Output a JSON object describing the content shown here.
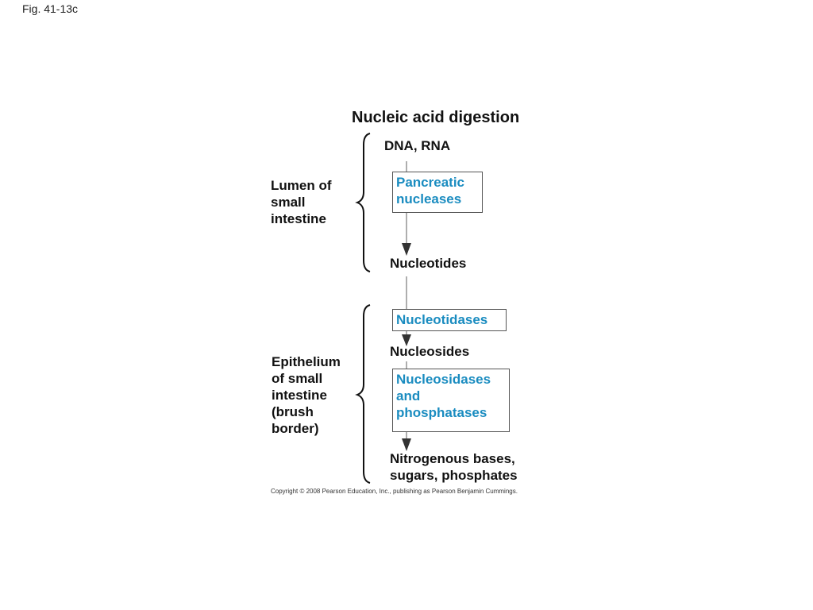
{
  "figure_label": "Fig. 41-13c",
  "title": "Nucleic acid digestion",
  "regions": {
    "lumen": [
      "Lumen of",
      "small",
      "intestine"
    ],
    "epithelium": [
      "Epithelium",
      "of small",
      "intestine",
      "(brush",
      "border)"
    ]
  },
  "nodes": {
    "dna_rna": "DNA, RNA",
    "nucleotides": "Nucleotides",
    "nucleosides": "Nucleosides",
    "products": [
      "Nitrogenous bases,",
      "sugars, phosphates"
    ]
  },
  "enzymes": {
    "pancreatic": [
      "Pancreatic",
      "nucleases"
    ],
    "nucleotidases": "Nucleotidases",
    "nucleosidases": [
      "Nucleosidases",
      "and",
      "phosphatases"
    ]
  },
  "copyright": "Copyright © 2008 Pearson Education, Inc., publishing as Pearson Benjamin Cummings.",
  "colors": {
    "enzyme_text": "#1a8cc0",
    "box_border": "#555555",
    "text": "#111111"
  }
}
